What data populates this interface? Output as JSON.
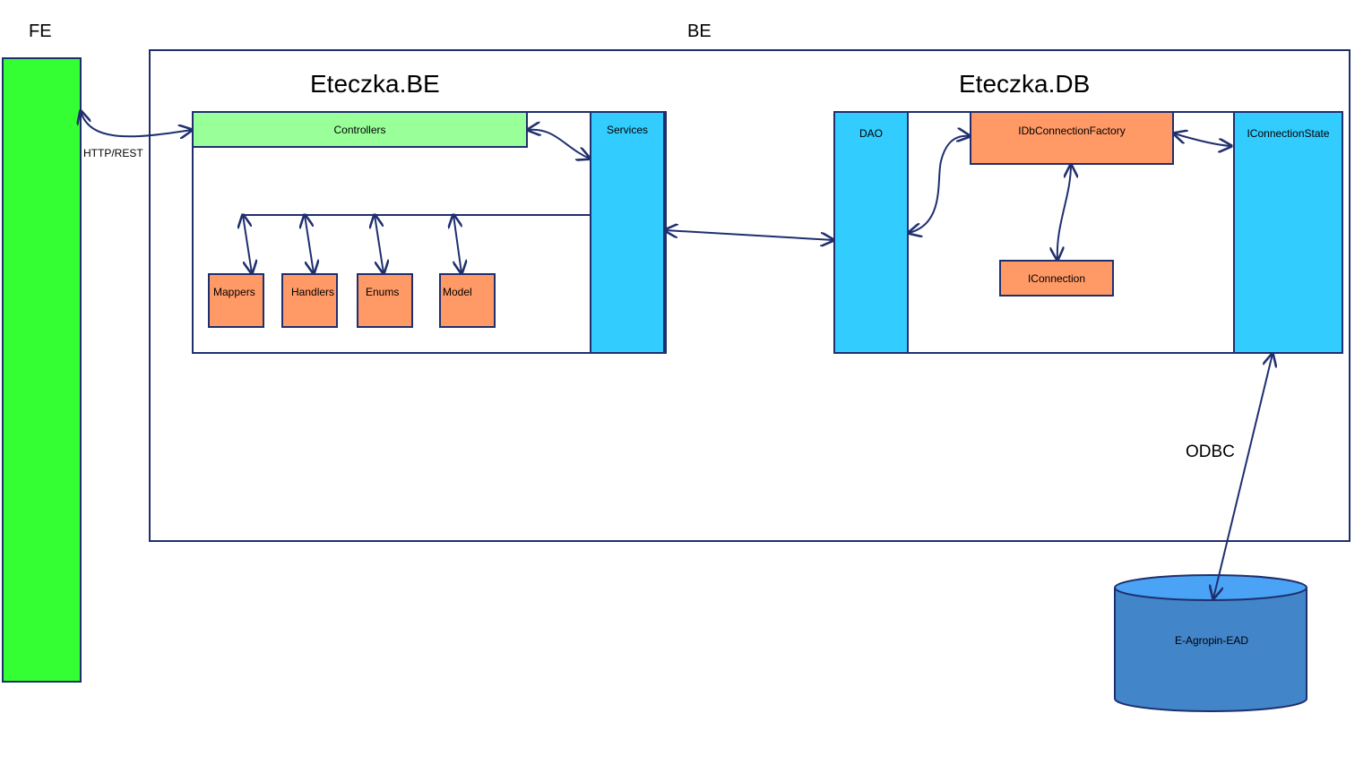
{
  "labels": {
    "fe": "FE",
    "be": "BE",
    "be_module": "Eteczka.BE",
    "db_module": "Eteczka.DB",
    "http_rest": "HTTP/REST",
    "odbc": "ODBC"
  },
  "be_module": {
    "controllers": "Controllers",
    "services": "Services",
    "components": [
      "Mappers",
      "Handlers",
      "Enums",
      "Model"
    ]
  },
  "db_module": {
    "dao": "DAO",
    "connection_factory": "IDbConnectionFactory",
    "connection": "IConnection",
    "connection_state": "IConnectionState"
  },
  "database": {
    "name": "E-Agropin-EAD"
  },
  "colors": {
    "frontend": "#33ff33",
    "controllers": "#99ff99",
    "service_layer": "#33ccff",
    "component": "#ff9966",
    "database_side": "#4285c9",
    "database_top": "#4aa3f5",
    "border": "#1f2f6e"
  }
}
